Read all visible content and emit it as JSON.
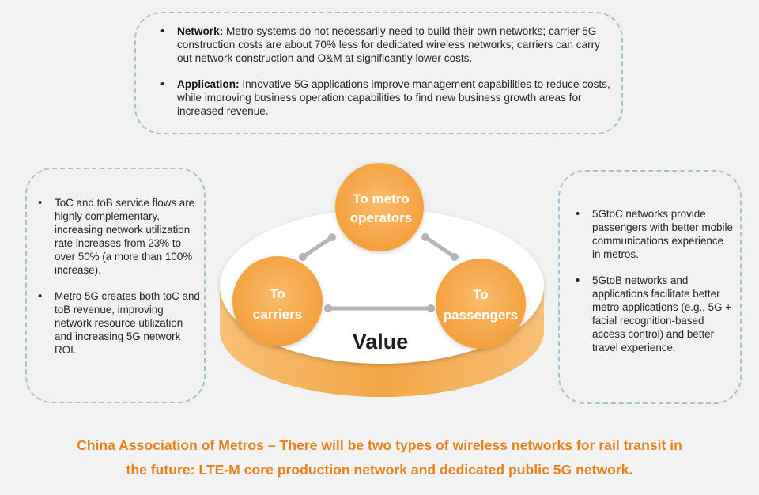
{
  "top_box": {
    "items": [
      {
        "lead": "Network:",
        "text": " Metro systems do not necessarily need to build their own networks; carrier 5G construction costs are about 70% less for dedicated wireless networks; carriers can carry out network construction and O&M at significantly lower costs."
      },
      {
        "lead": "Application:",
        "text": " Innovative 5G applications improve management capabilities to reduce costs, while improving business operation capabilities to find new business growth areas for increased revenue."
      }
    ]
  },
  "left_box": {
    "items": [
      "ToC and toB service flows are highly complementary, increasing network utilization rate increases from 23% to over 50% (a more than 100% increase).",
      "Metro 5G creates both toC and toB revenue, improving network resource utilization and increasing 5G network ROI."
    ]
  },
  "right_box": {
    "items": [
      "5GtoC networks provide passengers with better mobile communications experience in metros.",
      "5GtoB networks and applications facilitate better metro applications (e.g., 5G + facial recognition-based access control) and better travel experience."
    ]
  },
  "diagram": {
    "center_label": "Value",
    "circles": {
      "operators": {
        "line1": "To metro",
        "line2": "operators"
      },
      "carriers": {
        "line1": "To",
        "line2": "carriers"
      },
      "passengers": {
        "line1": "To",
        "line2": "passengers"
      }
    },
    "colors": {
      "orange": "#f6ab4f",
      "orange_light": "#fbc47e",
      "platform_side": "#f5b45c",
      "connector": "#b4b4b4",
      "dashed_border": "#9fc3cf",
      "caption": "#e8821c"
    }
  },
  "caption": {
    "line1": "China Association of Metros – There will be two types of wireless networks for rail transit in",
    "line2": "the future: LTE-M core production network and dedicated public 5G network."
  }
}
